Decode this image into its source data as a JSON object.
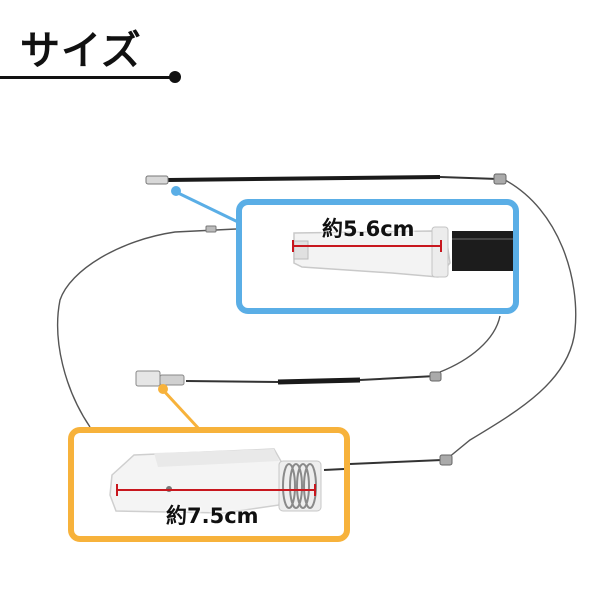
{
  "heading": {
    "text": "サイズ"
  },
  "callouts": {
    "top": {
      "measurement": "約5.6cm",
      "border_color": "#5AAEE6"
    },
    "bottom": {
      "measurement": "約7.5cm",
      "border_color": "#F7B23B"
    }
  },
  "colors": {
    "measure_line": "#C8171E",
    "heading": "#111111"
  }
}
